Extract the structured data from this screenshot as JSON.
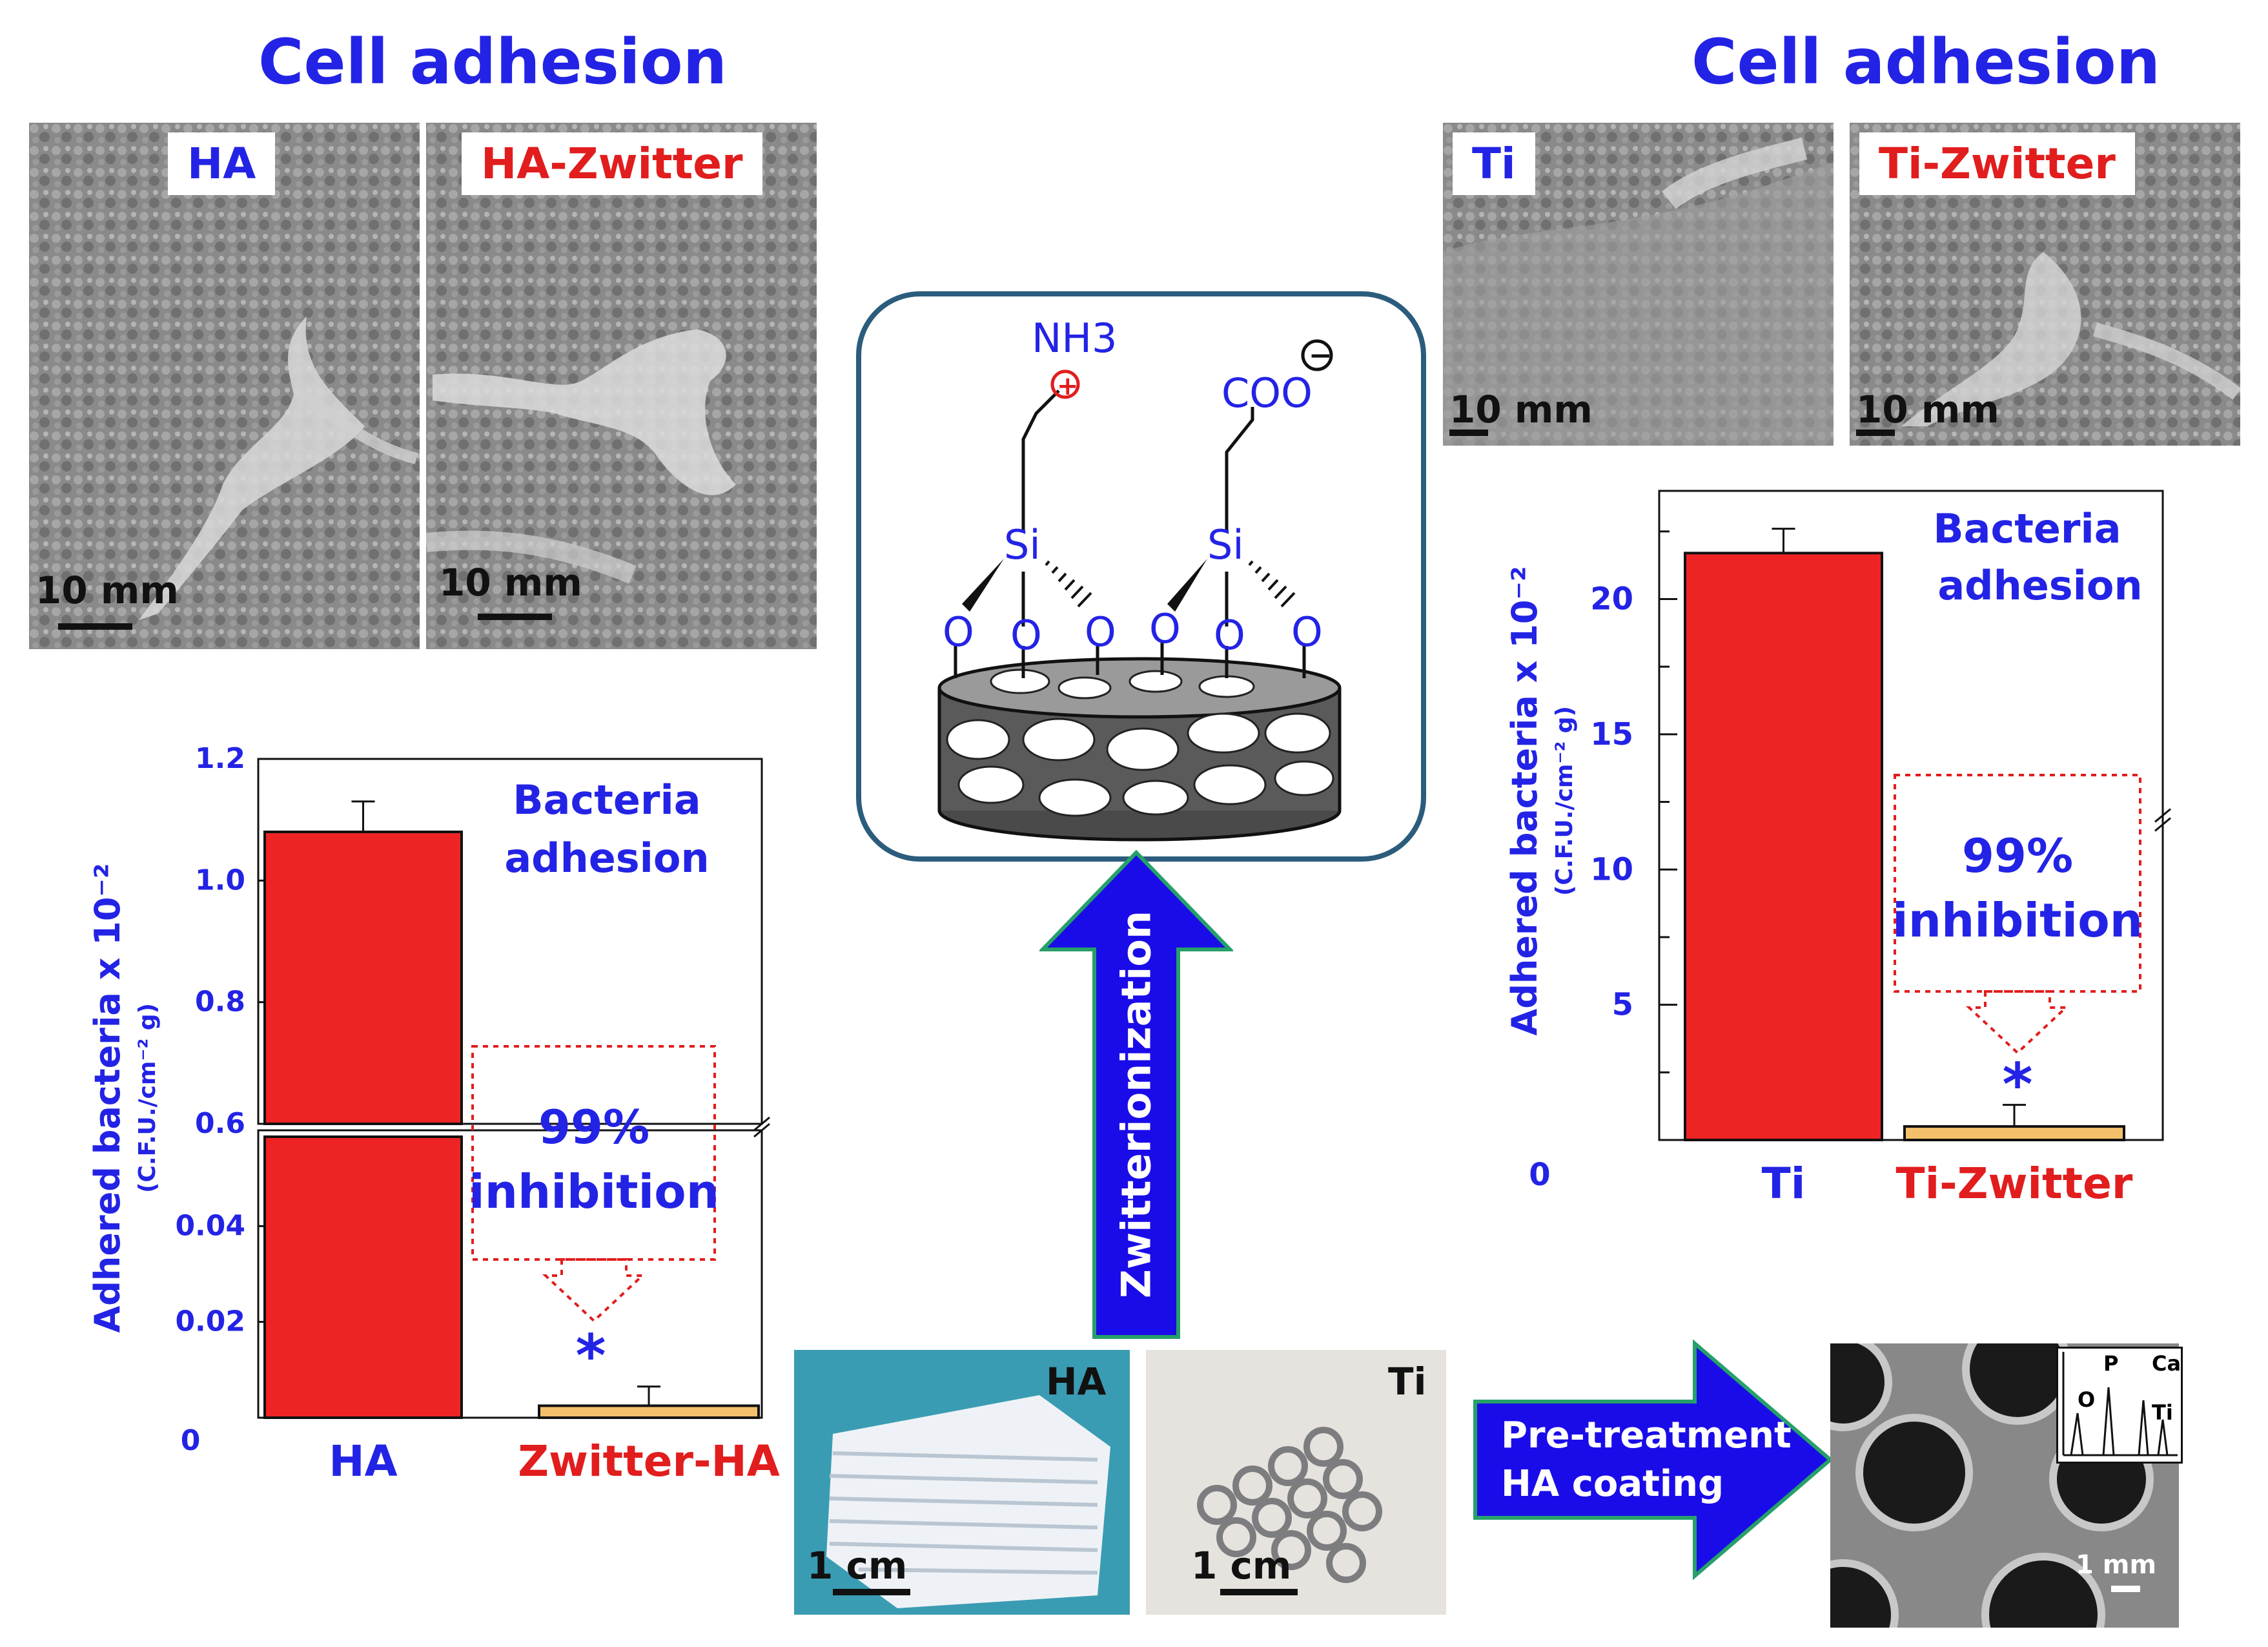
{
  "left": {
    "heading": "Cell adhesion",
    "sem_labels": [
      "HA",
      "HA-Zwitter"
    ],
    "scale_labels": [
      "10 mm",
      "10 mm"
    ]
  },
  "right": {
    "heading": "Cell adhesion",
    "sem_labels": [
      "Ti",
      "Ti-Zwitter"
    ],
    "scale_labels": [
      "10 mm",
      "10 mm"
    ]
  },
  "center": {
    "molecule": {
      "amine": "NH3",
      "carboxylate": "COO",
      "silicon": "Si",
      "oxygen": "O",
      "plus": "+",
      "minus": "−"
    },
    "arrow_label": "Zwitterionization",
    "pretreat_lines": [
      "Pre-treatment",
      "HA coating"
    ]
  },
  "photos": {
    "ha_label": "HA",
    "ti_label": "Ti",
    "ha_scale": "1 cm",
    "ti_scale": "1 cm",
    "sem_scale": "1 mm",
    "eds_peaks": [
      "P",
      "Ca",
      "O",
      "Ti"
    ]
  },
  "chart_data": [
    {
      "type": "bar",
      "title": "Bacteria adhesion",
      "ylabel": "Adhered bacteria x 10⁻²",
      "ylabel_unit": "(C.F.U./cm⁻² g)",
      "categories": [
        "HA",
        "Zwitter-HA"
      ],
      "values": [
        1.08,
        0.0025
      ],
      "errors": [
        0.05,
        0.004
      ],
      "broken_axis": {
        "lower": [
          0,
          0.06
        ],
        "upper": [
          0.6,
          1.2
        ]
      },
      "y_ticks_lower": [
        "0.02",
        "0.04"
      ],
      "y_ticks_upper": [
        "0.6",
        "0.8",
        "1.0",
        "1.2"
      ],
      "y_zero_label": "0",
      "bar_colors": [
        "#ee2424",
        "#f5c06c"
      ],
      "annotation": [
        "99%",
        "inhibition"
      ],
      "significance": "*"
    },
    {
      "type": "bar",
      "title": "Bacteria adhesion",
      "ylabel": "Adhered bacteria x 10⁻²",
      "ylabel_unit": "(C.F.U./cm⁻² g)",
      "categories": [
        "Ti",
        "Ti-Zwitter"
      ],
      "values": [
        21.7,
        0.5
      ],
      "errors": [
        0.9,
        0.8
      ],
      "ylim": [
        0,
        24
      ],
      "y_ticks": [
        "5",
        "10",
        "15",
        "20"
      ],
      "y_zero_label": "0",
      "bar_colors": [
        "#ee2424",
        "#f5c06c"
      ],
      "annotation": [
        "99%",
        "inhibition"
      ],
      "significance": "*"
    }
  ]
}
